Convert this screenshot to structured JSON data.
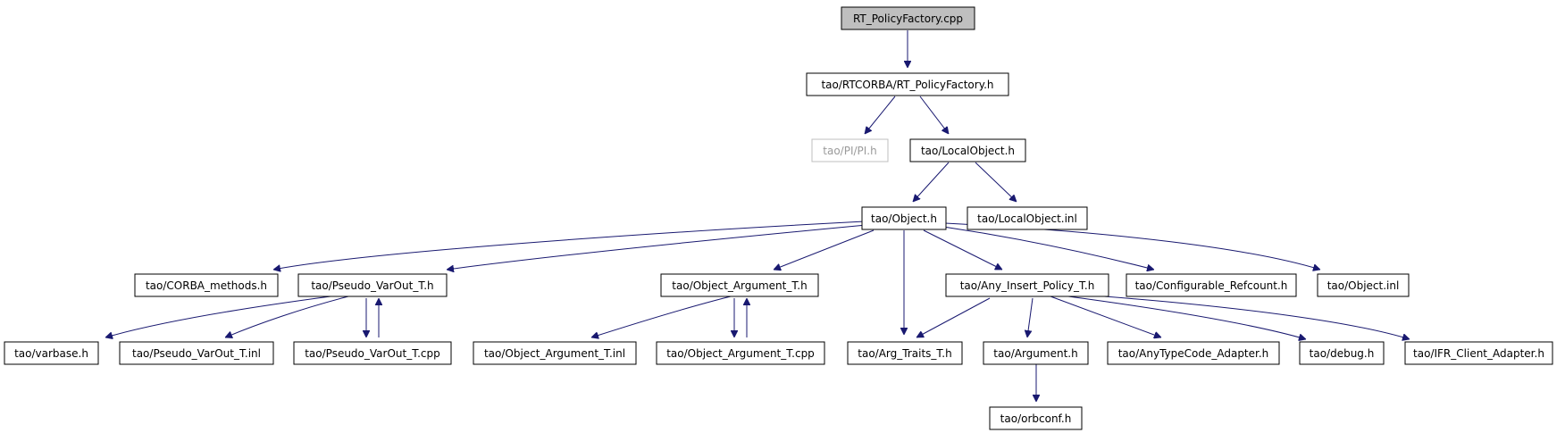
{
  "colors": {
    "edge": "#191970",
    "root_fill": "#bfbfbf",
    "node_border": "#000000",
    "faded_border": "#bfbfbf"
  },
  "nodes": {
    "n0": {
      "label": "RT_PolicyFactory.cpp"
    },
    "n1": {
      "label": "tao/RTCORBA/RT_PolicyFactory.h"
    },
    "n2": {
      "label": "tao/PI/PI.h"
    },
    "n3": {
      "label": "tao/LocalObject.h"
    },
    "n4": {
      "label": "tao/Object.h"
    },
    "n5": {
      "label": "tao/LocalObject.inl"
    },
    "n6": {
      "label": "tao/CORBA_methods.h"
    },
    "n7": {
      "label": "tao/Pseudo_VarOut_T.h"
    },
    "n8": {
      "label": "tao/Object_Argument_T.h"
    },
    "n9": {
      "label": "tao/Any_Insert_Policy_T.h"
    },
    "n10": {
      "label": "tao/Configurable_Refcount.h"
    },
    "n11": {
      "label": "tao/Object.inl"
    },
    "n12": {
      "label": "tao/varbase.h"
    },
    "n13": {
      "label": "tao/Pseudo_VarOut_T.inl"
    },
    "n14": {
      "label": "tao/Pseudo_VarOut_T.cpp"
    },
    "n15": {
      "label": "tao/Object_Argument_T.inl"
    },
    "n16": {
      "label": "tao/Object_Argument_T.cpp"
    },
    "n17": {
      "label": "tao/Arg_Traits_T.h"
    },
    "n18": {
      "label": "tao/Argument.h"
    },
    "n19": {
      "label": "tao/AnyTypeCode_Adapter.h"
    },
    "n20": {
      "label": "tao/debug.h"
    },
    "n21": {
      "label": "tao/IFR_Client_Adapter.h"
    },
    "n22": {
      "label": "tao/orbconf.h"
    }
  },
  "edges": [
    [
      "n0",
      "n1"
    ],
    [
      "n1",
      "n2"
    ],
    [
      "n1",
      "n3"
    ],
    [
      "n3",
      "n4"
    ],
    [
      "n3",
      "n5"
    ],
    [
      "n4",
      "n6"
    ],
    [
      "n4",
      "n7"
    ],
    [
      "n4",
      "n8"
    ],
    [
      "n4",
      "n17"
    ],
    [
      "n4",
      "n9"
    ],
    [
      "n4",
      "n10"
    ],
    [
      "n4",
      "n11"
    ],
    [
      "n7",
      "n12"
    ],
    [
      "n7",
      "n13"
    ],
    [
      "n7",
      "n14"
    ],
    [
      "n14",
      "n7"
    ],
    [
      "n8",
      "n15"
    ],
    [
      "n8",
      "n16"
    ],
    [
      "n16",
      "n8"
    ],
    [
      "n9",
      "n17"
    ],
    [
      "n9",
      "n18"
    ],
    [
      "n9",
      "n19"
    ],
    [
      "n9",
      "n20"
    ],
    [
      "n9",
      "n21"
    ],
    [
      "n18",
      "n22"
    ]
  ]
}
